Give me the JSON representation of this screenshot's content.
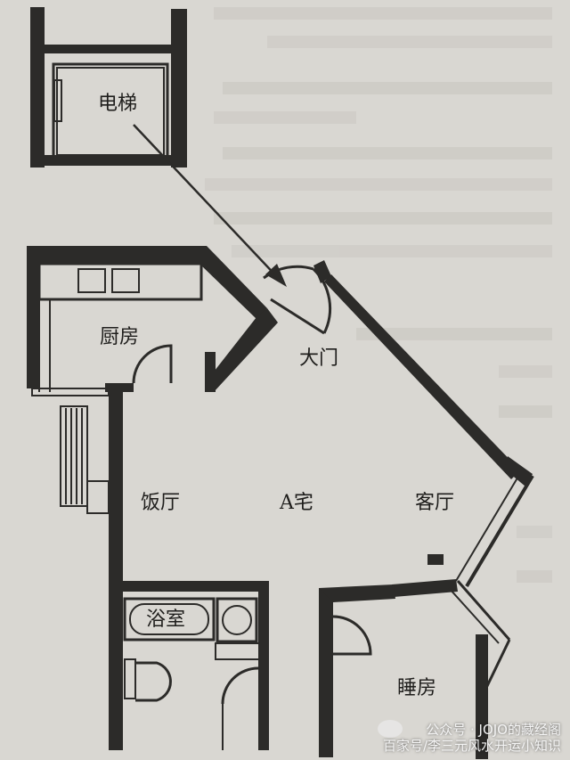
{
  "plan": {
    "rooms": {
      "elevator": "电梯",
      "kitchen": "厨房",
      "main_door": "大门",
      "dining": "饭厅",
      "unit": "A宅",
      "living": "客厅",
      "bath": "浴室",
      "bedroom": "睡房"
    }
  },
  "watermark": {
    "line1": "公众号 · JOJO的藏经阁",
    "line2": "百家号/李三元风水开运小知识"
  },
  "colors": {
    "paper": "#d9d7d2",
    "ink": "#2c2b29"
  }
}
